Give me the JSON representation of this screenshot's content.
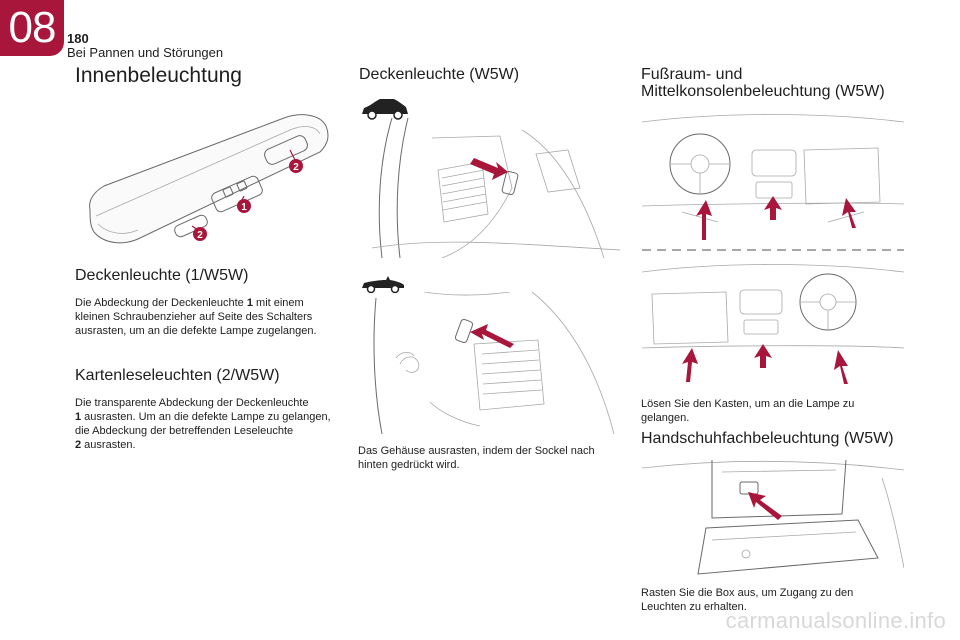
{
  "header": {
    "chapter": "08",
    "page_number": "180",
    "section": "Bei Pannen und Störungen"
  },
  "col1": {
    "title": "Innenbeleuchtung",
    "callouts": [
      "2",
      "1",
      "2"
    ],
    "s1": {
      "heading": "Deckenleuchte (1/W5W)",
      "p1": "Die Abdeckung der Deckenleuchte ",
      "b1": "1",
      "p2": " mit einem kleinen Schraubenzieher auf Seite des Schalters ausrasten, um an die defekte Lampe zugelangen."
    },
    "s2": {
      "heading": "Kartenleseleuchten (2/W5W)",
      "p1": "Die transparente Abdeckung der Deckenleuchte",
      "b1": "1",
      "p2": " ausrasten. Um an die defekte Lampe zu gelangen, die Abdeckung der betreffenden Leseleuchte",
      "b2": "2",
      "p3": " ausrasten."
    }
  },
  "col2": {
    "title": "Deckenleuchte (W5W)",
    "caption": "Das Gehäuse ausrasten, indem der Sockel nach hinten gedrückt wird."
  },
  "col3": {
    "title_line1": "Fußraum- und",
    "title_line2": "Mittelkonsolenbeleuchtung (W5W)",
    "caption1": "Lösen Sie den Kasten, um an die Lampe zu gelangen.",
    "heading2": "Handschuhfachbeleuchtung (W5W)",
    "caption2": "Rasten Sie die Box aus, um Zugang zu den Leuchten zu erhalten."
  },
  "watermark": "carmanualsonline.info",
  "colors": {
    "accent": "#a8173b",
    "text": "#1e1e1e",
    "line": "#6a6a6a",
    "watermark": "#d8d8d8"
  }
}
